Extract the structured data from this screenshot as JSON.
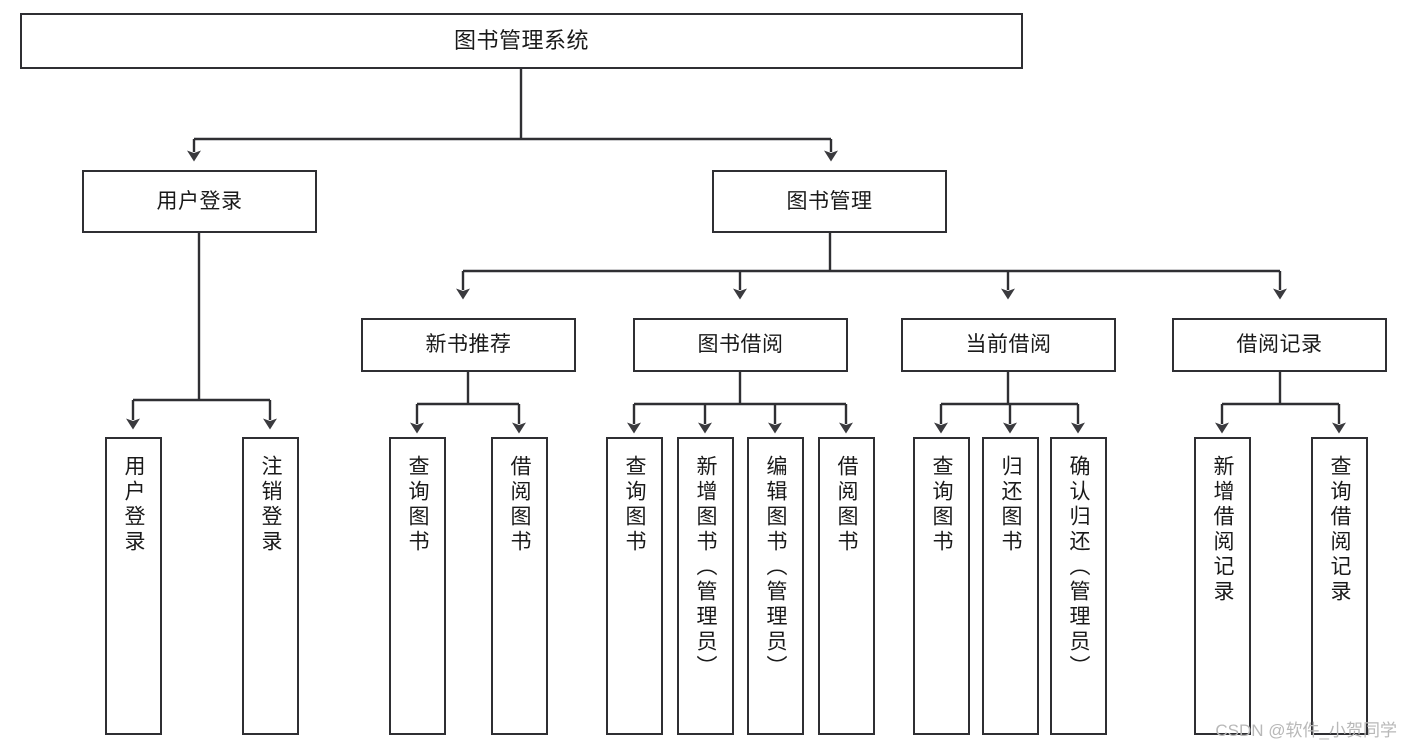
{
  "diagram": {
    "title": "图书管理系统",
    "type": "tree-hierarchy",
    "watermark": "CSDN @软件_小贺同学",
    "colors": {
      "stroke": "#2f2f33",
      "fill": "#ffffff",
      "text": "#1a1a1a",
      "watermark": "#b8b8b8"
    },
    "nodes": {
      "root": {
        "label": "图书管理系统"
      },
      "level1": [
        {
          "label": "用户登录"
        },
        {
          "label": "图书管理"
        }
      ],
      "level2": [
        {
          "label": "新书推荐"
        },
        {
          "label": "图书借阅"
        },
        {
          "label": "当前借阅"
        },
        {
          "label": "借阅记录"
        }
      ],
      "leaves": [
        {
          "label": "用户登录"
        },
        {
          "label": "注销登录"
        },
        {
          "label": "查询图书"
        },
        {
          "label": "借阅图书"
        },
        {
          "label": "查询图书"
        },
        {
          "label": "新增图书（管理员）"
        },
        {
          "label": "编辑图书（管理员）"
        },
        {
          "label": "借阅图书"
        },
        {
          "label": "查询图书"
        },
        {
          "label": "归还图书"
        },
        {
          "label": "确认归还（管理员）"
        },
        {
          "label": "新增借阅记录"
        },
        {
          "label": "查询借阅记录"
        }
      ]
    }
  }
}
